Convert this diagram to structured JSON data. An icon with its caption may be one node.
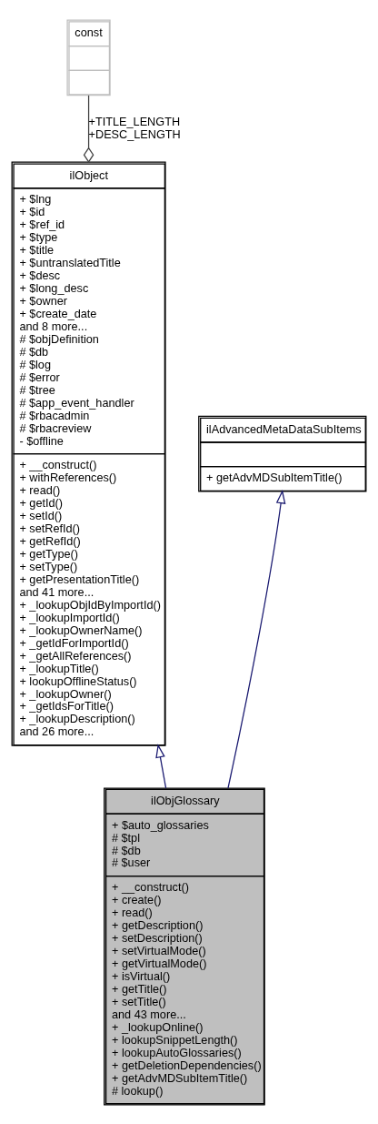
{
  "diagram": {
    "nodes": [
      {
        "text": [
          "const"
        ]
      },
      {
        "text": [
          "ilObject",
          "+ $lng + $id + $ref_id + $type + $title + $untranslatedTitle + $desc + $long_desc + $owner + $create_date and 8 more... # $objDefinition # $db # $log # $error # $tree # $app_event_handler # $rbacadmin # $rbacreview - $offline",
          "+ __construct() + withReferences() + read() + getId() + setId() + setRefId() + getRefId() + getType() + setType() + getPresentationTitle() and 41 more... + _lookupObjIdByImportId() + _lookupImportId() + _lookupOwnerName() + _getIdForImportId() + _getAllReferences() + _lookupTitle() + lookupOfflineStatus() + _lookupOwner() + _getIdsForTitle() + _lookupDescription() and 26 more..."
        ]
      },
      {
        "text": [
          "ilAdvancedMetaDataSubItems",
          "+ getAdvMDSubItemTitle()"
        ]
      },
      {
        "text": [
          "ilObjGlossary",
          "+ $auto_glossaries # $tpl # $db # $user",
          "+ __construct() + create() + read() + getDescription() + setDescription() + setVirtualMode() + getVirtualMode() + isVirtual() + getTitle() + setTitle() and 43 more... + _lookupOnline() + lookupSnippetLength() + lookupAutoGlossaries() + getDeletionDependencies() + getAdvMDSubItemTitle() # lookup()"
        ]
      }
    ],
    "edges": [
      {
        "from": 0,
        "to": 1,
        "arrow": "other",
        "label": "+TITLE_LENGTH +DESC_LENGTH",
        "color": "#404040"
      },
      {
        "from": 3,
        "to": 1,
        "arrow": "to"
      },
      {
        "from": 3,
        "to": 2,
        "arrow": "to"
      }
    ]
  }
}
